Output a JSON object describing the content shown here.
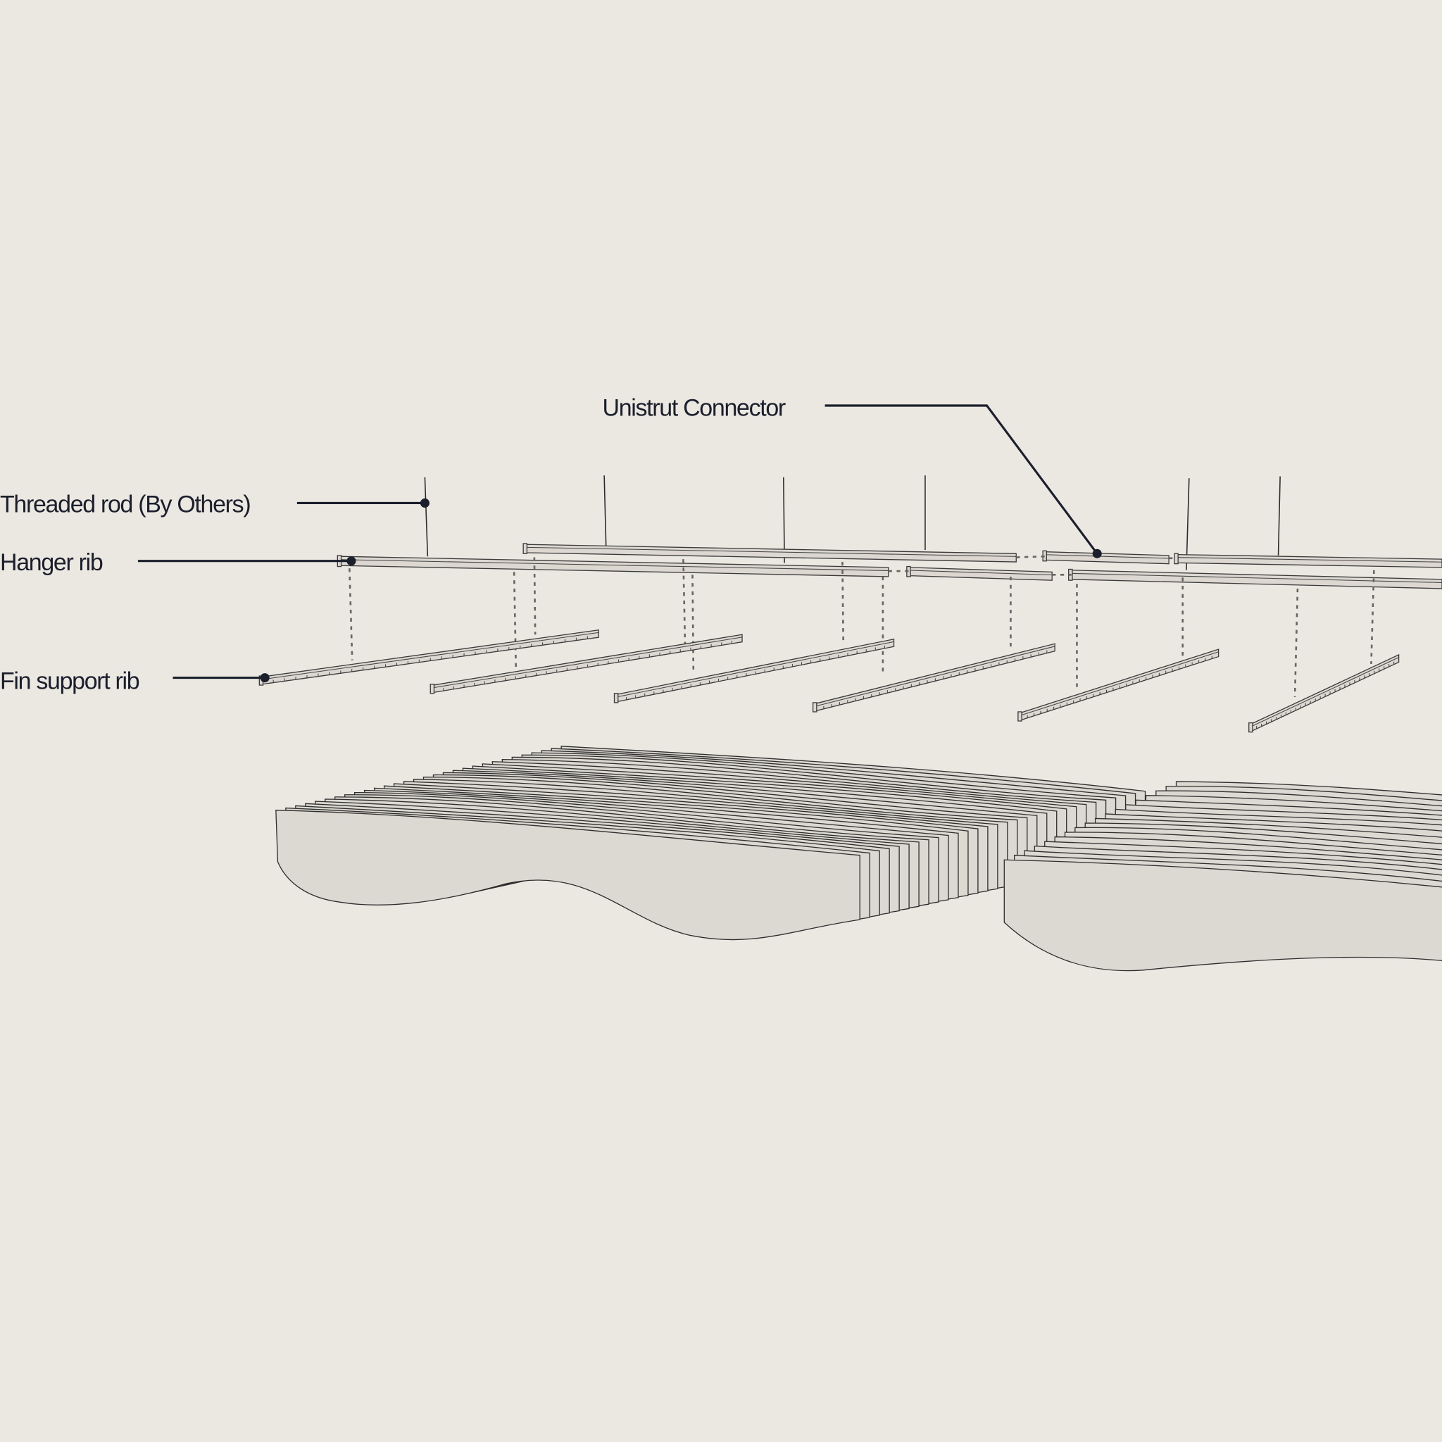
{
  "labels": {
    "unistrut_connector": "Unistrut Connector",
    "threaded_rod": "Threaded rod (By Others)",
    "hanger_rib": "Hanger rib",
    "fin_support_rib": "Fin support rib"
  },
  "colors": {
    "background": "#ebe7e1",
    "ink": "#1b1e2b",
    "part_fill": "#dcd8d1"
  }
}
